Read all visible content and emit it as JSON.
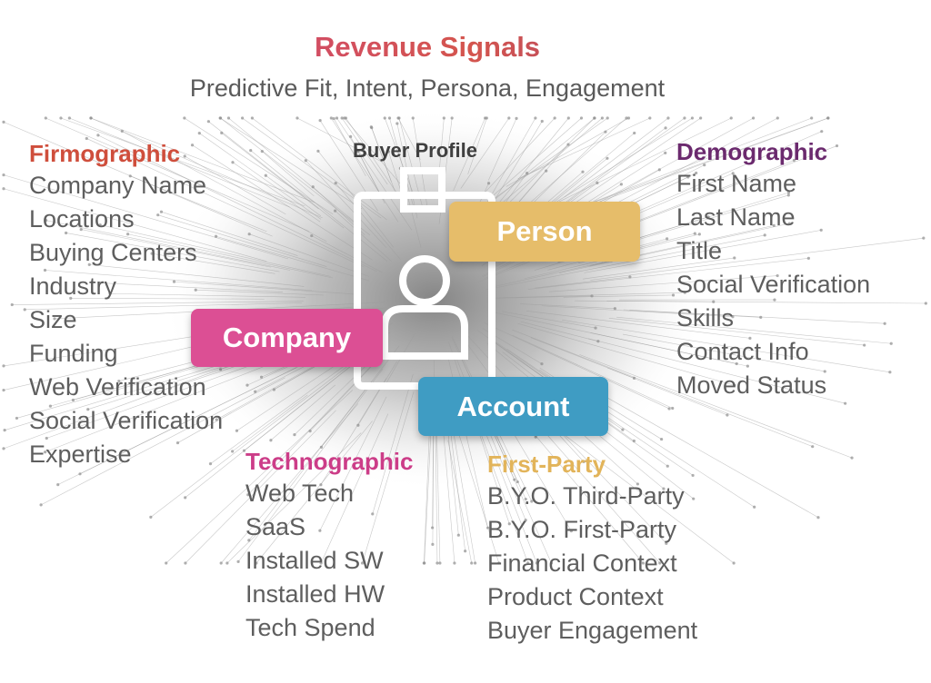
{
  "title": "Revenue Signals",
  "subtitle": "Predictive Fit, Intent, Persona, Engagement",
  "center_label": "Buyer Profile",
  "badge_tags": {
    "person": "Person",
    "company": "Company",
    "account": "Account"
  },
  "groups": {
    "firmographic": {
      "heading": "Firmographic",
      "items": [
        "Company Name",
        "Locations",
        "Buying Centers",
        "Industry",
        "Size",
        "Funding",
        "Web Verification",
        "Social Verification",
        "Expertise"
      ]
    },
    "demographic": {
      "heading": "Demographic",
      "items": [
        "First Name",
        "Last Name",
        "Title",
        "Social Verification",
        "Skills",
        "Contact Info",
        "Moved Status"
      ]
    },
    "technographic": {
      "heading": "Technographic",
      "items": [
        "Web Tech",
        "SaaS",
        "Installed SW",
        "Installed HW",
        "Tech Spend"
      ]
    },
    "first_party": {
      "heading": "First-Party",
      "items": [
        "B.Y.O. Third-Party",
        "B.Y.O. First-Party",
        "Financial Context",
        "Product Context",
        "Buyer Engagement"
      ]
    }
  },
  "colors": {
    "firmographic": "#cf4e3c",
    "demographic": "#6b2a6e",
    "technographic": "#cc3d88",
    "first_party": "#e2b45a",
    "person": "#e6bd6a",
    "company": "#dc4f94",
    "account": "#3f9cc3"
  },
  "icons": [
    "network-graph-background",
    "id-badge-icon",
    "person-icon"
  ]
}
